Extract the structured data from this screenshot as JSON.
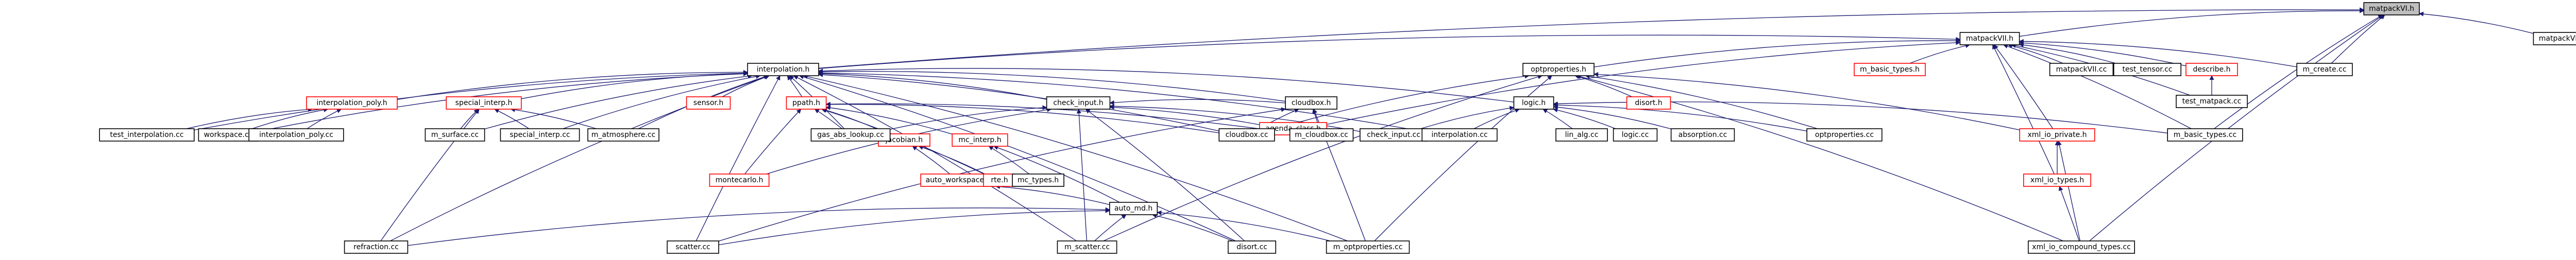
{
  "colors": {
    "background": "#ffffff",
    "normal_border": "#000000",
    "red_border": "#ff0000",
    "highlight_fill": "#bfbfbf",
    "edge": "#191970",
    "text": "#000000"
  },
  "graph": {
    "nodes": [
      {
        "id": "matpackVI_h",
        "label": "matpackVI.h",
        "style": "highlight"
      },
      {
        "id": "matpackVI_cc",
        "label": "matpackVI.cc",
        "style": "normal"
      },
      {
        "id": "matpackVII_h",
        "label": "matpackVII.h",
        "style": "normal"
      },
      {
        "id": "m_basic_types_h",
        "label": "m_basic_types.h",
        "style": "red"
      },
      {
        "id": "matpackVII_cc",
        "label": "matpackVII.cc",
        "style": "normal"
      },
      {
        "id": "test_tensor_cc",
        "label": "test_tensor.cc",
        "style": "normal"
      },
      {
        "id": "describe_h",
        "label": "describe.h",
        "style": "red"
      },
      {
        "id": "m_create_cc",
        "label": "m_create.cc",
        "style": "normal"
      },
      {
        "id": "test_matpack_cc",
        "label": "test_matpack.cc",
        "style": "normal"
      },
      {
        "id": "interpolation_h",
        "label": "interpolation.h",
        "style": "normal"
      },
      {
        "id": "optproperties_h",
        "label": "optproperties.h",
        "style": "normal"
      },
      {
        "id": "interpolation_poly_h",
        "label": "interpolation_poly.h",
        "style": "red"
      },
      {
        "id": "special_interp_h",
        "label": "special_interp.h",
        "style": "red"
      },
      {
        "id": "sensor_h",
        "label": "sensor.h",
        "style": "red"
      },
      {
        "id": "ppath_h",
        "label": "ppath.h",
        "style": "red"
      },
      {
        "id": "check_input_h",
        "label": "check_input.h",
        "style": "normal"
      },
      {
        "id": "cloudbox_h",
        "label": "cloudbox.h",
        "style": "normal"
      },
      {
        "id": "logic_h",
        "label": "logic.h",
        "style": "normal"
      },
      {
        "id": "disort_h",
        "label": "disort.h",
        "style": "red"
      },
      {
        "id": "xml_io_private_h",
        "label": "xml_io_private.h",
        "style": "red"
      },
      {
        "id": "xml_io_types_h",
        "label": "xml_io_types.h",
        "style": "red"
      },
      {
        "id": "xml_io_compound_types_cc",
        "label": "xml_io_compound_types.cc",
        "style": "normal"
      },
      {
        "id": "m_basic_types_cc",
        "label": "m_basic_types.cc",
        "style": "normal"
      },
      {
        "id": "jacobian_h",
        "label": "jacobian.h",
        "style": "red"
      },
      {
        "id": "mc_interp_h",
        "label": "mc_interp.h",
        "style": "red"
      },
      {
        "id": "auto_workspace_h",
        "label": "auto_workspace.h",
        "style": "red"
      },
      {
        "id": "rte_h",
        "label": "rte.h",
        "style": "red"
      },
      {
        "id": "auto_md_h",
        "label": "auto_md.h",
        "style": "normal"
      },
      {
        "id": "montecarlo_h",
        "label": "montecarlo.h",
        "style": "red"
      },
      {
        "id": "mc_types_h",
        "label": "mc_types.h",
        "style": "normal"
      },
      {
        "id": "agenda_class_h",
        "label": "agenda_class.h",
        "style": "red"
      },
      {
        "id": "workspace_cc",
        "label": "workspace.cc",
        "style": "normal"
      },
      {
        "id": "test_interpolation_cc",
        "label": "test_interpolation.cc",
        "style": "normal"
      },
      {
        "id": "interpolation_poly_cc",
        "label": "interpolation_poly.cc",
        "style": "normal"
      },
      {
        "id": "m_surface_cc",
        "label": "m_surface.cc",
        "style": "normal"
      },
      {
        "id": "special_interp_cc",
        "label": "special_interp.cc",
        "style": "normal"
      },
      {
        "id": "m_atmosphere_cc",
        "label": "m_atmosphere.cc",
        "style": "normal"
      },
      {
        "id": "gas_abs_lookup_cc",
        "label": "gas_abs_lookup.cc",
        "style": "normal"
      },
      {
        "id": "cloudbox_cc",
        "label": "cloudbox.cc",
        "style": "normal"
      },
      {
        "id": "m_cloudbox_cc",
        "label": "m_cloudbox.cc",
        "style": "normal"
      },
      {
        "id": "check_input_cc",
        "label": "check_input.cc",
        "style": "normal"
      },
      {
        "id": "interpolation_cc",
        "label": "interpolation.cc",
        "style": "normal"
      },
      {
        "id": "lin_alg_cc",
        "label": "lin_alg.cc",
        "style": "normal"
      },
      {
        "id": "logic_cc",
        "label": "logic.cc",
        "style": "normal"
      },
      {
        "id": "absorption_cc",
        "label": "absorption.cc",
        "style": "normal"
      },
      {
        "id": "optproperties_cc",
        "label": "optproperties.cc",
        "style": "normal"
      },
      {
        "id": "refraction_cc",
        "label": "refraction.cc",
        "style": "normal"
      },
      {
        "id": "scatter_cc",
        "label": "scatter.cc",
        "style": "normal"
      },
      {
        "id": "m_scatter_cc",
        "label": "m_scatter.cc",
        "style": "normal"
      },
      {
        "id": "disort_cc",
        "label": "disort.cc",
        "style": "normal"
      },
      {
        "id": "m_optproperties_cc",
        "label": "m_optproperties.cc",
        "style": "normal"
      }
    ],
    "edges": [
      [
        "matpackVI_cc",
        "matpackVI_h"
      ],
      [
        "matpackVII_h",
        "matpackVI_h"
      ],
      [
        "m_create_cc",
        "matpackVI_h"
      ],
      [
        "interpolation_h",
        "matpackVI_h"
      ],
      [
        "m_basic_types_cc",
        "matpackVI_h"
      ],
      [
        "xml_io_compound_types_cc",
        "matpackVI_h"
      ],
      [
        "m_basic_types_h",
        "matpackVII_h"
      ],
      [
        "matpackVII_cc",
        "matpackVII_h"
      ],
      [
        "test_tensor_cc",
        "matpackVII_h"
      ],
      [
        "describe_h",
        "matpackVII_h"
      ],
      [
        "m_create_cc",
        "matpackVII_h"
      ],
      [
        "test_matpack_cc",
        "matpackVII_h"
      ],
      [
        "optproperties_h",
        "matpackVII_h"
      ],
      [
        "interpolation_h",
        "matpackVII_h"
      ],
      [
        "xml_io_private_h",
        "matpackVII_h"
      ],
      [
        "xml_io_types_h",
        "matpackVII_h"
      ],
      [
        "m_basic_types_cc",
        "matpackVII_h"
      ],
      [
        "agenda_class_h",
        "matpackVII_h"
      ],
      [
        "test_matpack_cc",
        "describe_h"
      ],
      [
        "interpolation_poly_h",
        "interpolation_h"
      ],
      [
        "special_interp_h",
        "interpolation_h"
      ],
      [
        "sensor_h",
        "interpolation_h"
      ],
      [
        "ppath_h",
        "interpolation_h"
      ],
      [
        "check_input_h",
        "interpolation_h"
      ],
      [
        "cloudbox_h",
        "interpolation_h"
      ],
      [
        "logic_h",
        "interpolation_h"
      ],
      [
        "scatter_cc",
        "interpolation_h"
      ],
      [
        "test_interpolation_cc",
        "interpolation_h"
      ],
      [
        "workspace_cc",
        "interpolation_h"
      ],
      [
        "m_surface_cc",
        "interpolation_h"
      ],
      [
        "special_interp_cc",
        "interpolation_h"
      ],
      [
        "m_atmosphere_cc",
        "interpolation_h"
      ],
      [
        "gas_abs_lookup_cc",
        "interpolation_h"
      ],
      [
        "cloudbox_cc",
        "interpolation_h"
      ],
      [
        "interpolation_cc",
        "interpolation_h"
      ],
      [
        "refraction_cc",
        "interpolation_h"
      ],
      [
        "m_scatter_cc",
        "interpolation_h"
      ],
      [
        "disort_cc",
        "interpolation_h"
      ],
      [
        "m_optproperties_cc",
        "interpolation_h"
      ],
      [
        "interpolation_poly_cc",
        "interpolation_poly_h"
      ],
      [
        "workspace_cc",
        "interpolation_poly_h"
      ],
      [
        "test_interpolation_cc",
        "interpolation_poly_h"
      ],
      [
        "special_interp_cc",
        "special_interp_h"
      ],
      [
        "m_surface_cc",
        "special_interp_h"
      ],
      [
        "m_atmosphere_cc",
        "special_interp_h"
      ],
      [
        "refraction_cc",
        "special_interp_h"
      ],
      [
        "jacobian_h",
        "ppath_h"
      ],
      [
        "mc_interp_h",
        "ppath_h"
      ],
      [
        "rte_h",
        "ppath_h"
      ],
      [
        "montecarlo_h",
        "ppath_h"
      ],
      [
        "gas_abs_lookup_cc",
        "ppath_h"
      ],
      [
        "cloudbox_cc",
        "ppath_h"
      ],
      [
        "m_cloudbox_cc",
        "ppath_h"
      ],
      [
        "auto_workspace_h",
        "jacobian_h"
      ],
      [
        "rte_h",
        "jacobian_h"
      ],
      [
        "mc_types_h",
        "mc_interp_h"
      ],
      [
        "auto_md_h",
        "mc_interp_h"
      ],
      [
        "montecarlo_h",
        "check_input_h"
      ],
      [
        "cloudbox_h",
        "check_input_h"
      ],
      [
        "check_input_cc",
        "check_input_h"
      ],
      [
        "m_cloudbox_cc",
        "check_input_h"
      ],
      [
        "gas_abs_lookup_cc",
        "check_input_h"
      ],
      [
        "m_scatter_cc",
        "check_input_h"
      ],
      [
        "disort_cc",
        "check_input_h"
      ],
      [
        "cloudbox_cc",
        "cloudbox_h"
      ],
      [
        "m_cloudbox_cc",
        "cloudbox_h"
      ],
      [
        "m_optproperties_cc",
        "cloudbox_h"
      ],
      [
        "scatter_cc",
        "cloudbox_h"
      ],
      [
        "disort_h",
        "optproperties_h"
      ],
      [
        "optproperties_cc",
        "optproperties_h"
      ],
      [
        "xml_io_private_h",
        "optproperties_h"
      ],
      [
        "m_optproperties_cc",
        "optproperties_h"
      ],
      [
        "xml_io_compound_types_cc",
        "optproperties_h"
      ],
      [
        "m_scatter_cc",
        "optproperties_h"
      ],
      [
        "cloudbox_cc",
        "optproperties_h"
      ],
      [
        "lin_alg_cc",
        "logic_h"
      ],
      [
        "logic_cc",
        "logic_h"
      ],
      [
        "absorption_cc",
        "logic_h"
      ],
      [
        "optproperties_cc",
        "logic_h"
      ],
      [
        "check_input_cc",
        "logic_h"
      ],
      [
        "interpolation_cc",
        "logic_h"
      ],
      [
        "m_basic_types_cc",
        "logic_h"
      ],
      [
        "xml_io_types_h",
        "xml_io_private_h"
      ],
      [
        "xml_io_compound_types_cc",
        "xml_io_private_h"
      ],
      [
        "xml_io_compound_types_cc",
        "xml_io_types_h"
      ],
      [
        "auto_md_h",
        "auto_workspace_h"
      ],
      [
        "scatter_cc",
        "auto_md_h"
      ],
      [
        "m_scatter_cc",
        "auto_md_h"
      ],
      [
        "disort_cc",
        "auto_md_h"
      ],
      [
        "m_optproperties_cc",
        "auto_md_h"
      ],
      [
        "refraction_cc",
        "auto_md_h"
      ]
    ]
  }
}
